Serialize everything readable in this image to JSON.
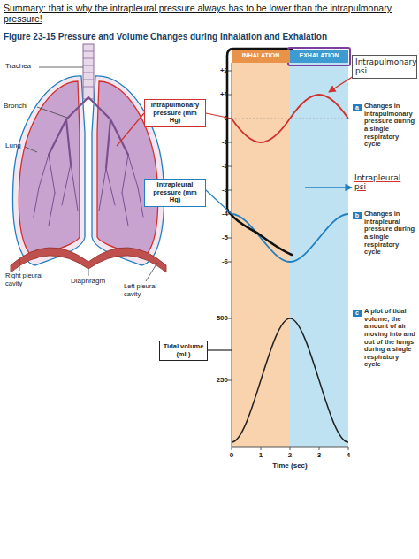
{
  "diagram": {
    "title": "Figure 23-15 Pressure and Volume Changes during Inhalation and Exhalation",
    "nodes": [
      {
        "text": [
          "Intrapulmonary pressure (mm Hg)"
        ]
      },
      {
        "text": [
          "Intrapleural pressure (mm Hg)"
        ]
      },
      {
        "text": [
          "Tidal volume (mL)"
        ]
      },
      {
        "text": [
          "INHALATION"
        ]
      },
      {
        "text": [
          "EXHALATION"
        ]
      },
      {
        "text": [
          "Intrapulmonary psi"
        ]
      },
      {
        "text": [
          "Intrapleural psi"
        ]
      }
    ],
    "labels": [
      "Summary: that is why the intrapleural pressure always has to be lower than the intrapulmonary pressure!",
      "Trachea",
      "Bronchi",
      "Lung",
      "Right pleural cavity",
      "Diaphragm",
      "Left pleural cavity",
      "+2",
      "+1",
      "0",
      "-1",
      "-2",
      "-3",
      "-4",
      "-5",
      "-6",
      "500",
      "250",
      "0",
      "1",
      "2",
      "3",
      "4",
      "Time (sec)",
      "a",
      "Changes in intrapulmonary pressure during a single respiratory cycle",
      "b",
      "Changes in intrapleural pressure during a single respiratory cycle",
      "c",
      "A plot of tidal volume, the amount of air moving into and out of the lungs during a single respiratory cycle"
    ]
  }
}
